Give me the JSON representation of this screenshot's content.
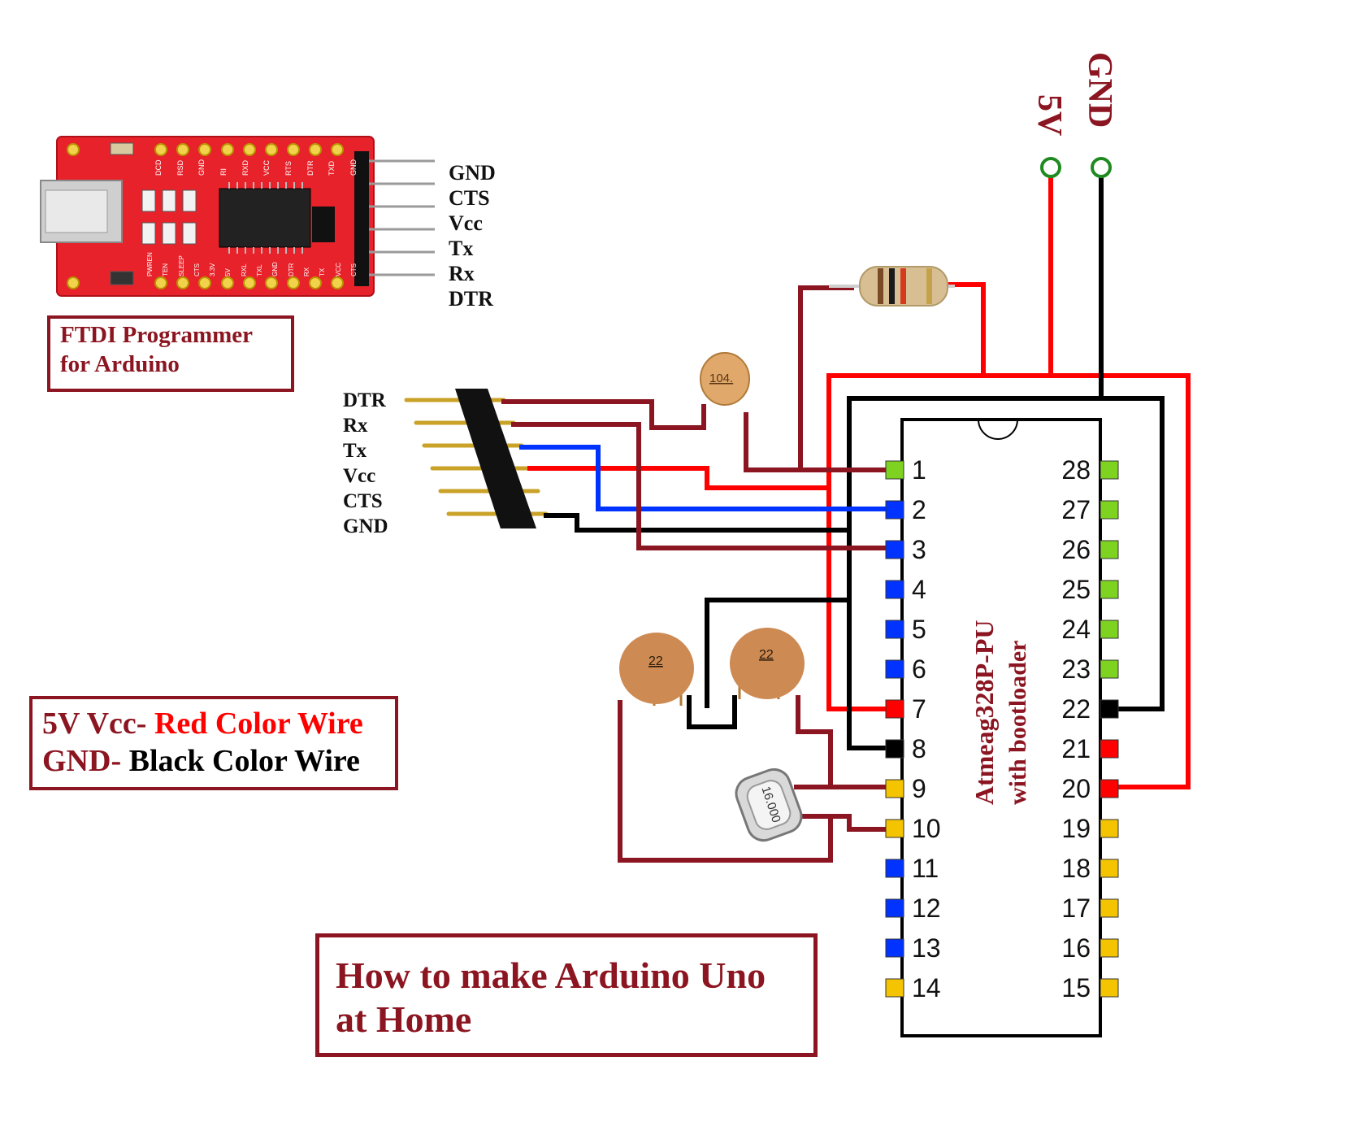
{
  "title": {
    "line1": "How to make Arduino Uno",
    "line2": "at Home"
  },
  "ftdi": {
    "caption_line1": "FTDI Programmer",
    "caption_line2": "for Arduino",
    "pins": [
      "GND",
      "CTS",
      "Vcc",
      "Tx",
      "Rx",
      "DTR"
    ],
    "board_pin_labels_top": [
      "DCD",
      "RSD",
      "GND",
      "RI",
      "RXD",
      "VCC",
      "RTS",
      "DTR",
      "TXD",
      "GND"
    ],
    "board_pin_labels_bottom": [
      "PWREN",
      "TEN",
      "SLEEP",
      "CTS",
      "3.3V",
      "5V",
      "RXL",
      "TXL",
      "GND",
      "DTR",
      "RX",
      "TX",
      "VCC",
      "CTS"
    ]
  },
  "header": {
    "pins": [
      "DTR",
      "Rx",
      "Tx",
      "Vcc",
      "CTS",
      "GND"
    ]
  },
  "legend": {
    "line1_prefix": "5V Vcc-",
    "line1_suffix": "Red Color Wire",
    "line2_prefix": "GND-",
    "line2_suffix": "Black Color Wire"
  },
  "rails": {
    "vcc": "5V",
    "gnd": "GND"
  },
  "chip": {
    "name": "Atmeag328P-PU",
    "subtitle": "with bootloader",
    "left_pins": [
      "1",
      "2",
      "3",
      "4",
      "5",
      "6",
      "7",
      "8",
      "9",
      "10",
      "11",
      "12",
      "13",
      "14"
    ],
    "right_pins": [
      "28",
      "27",
      "26",
      "25",
      "24",
      "23",
      "22",
      "21",
      "20",
      "19",
      "18",
      "17",
      "16",
      "15"
    ],
    "left_pin_colors": [
      "#7ed321",
      "#0033ff",
      "#0033ff",
      "#0033ff",
      "#0033ff",
      "#0033ff",
      "#ff0000",
      "#000000",
      "#f5c400",
      "#f5c400",
      "#0033ff",
      "#0033ff",
      "#0033ff",
      "#f5c400"
    ],
    "right_pin_colors": [
      "#7ed321",
      "#7ed321",
      "#7ed321",
      "#7ed321",
      "#7ed321",
      "#7ed321",
      "#000000",
      "#ff0000",
      "#ff0000",
      "#f5c400",
      "#f5c400",
      "#f5c400",
      "#f5c400",
      "#f5c400"
    ]
  },
  "components": {
    "cap_104": "104.",
    "cap_22a": "22",
    "cap_22b": "22",
    "crystal": "16.000"
  },
  "colors": {
    "vcc_wire": "#ff0000",
    "gnd_wire": "#000000",
    "signal_wire": "#8b1520",
    "tx_wire": "#0033ff",
    "accent": "#8b1520",
    "ftdi_board": "#e8222a"
  }
}
